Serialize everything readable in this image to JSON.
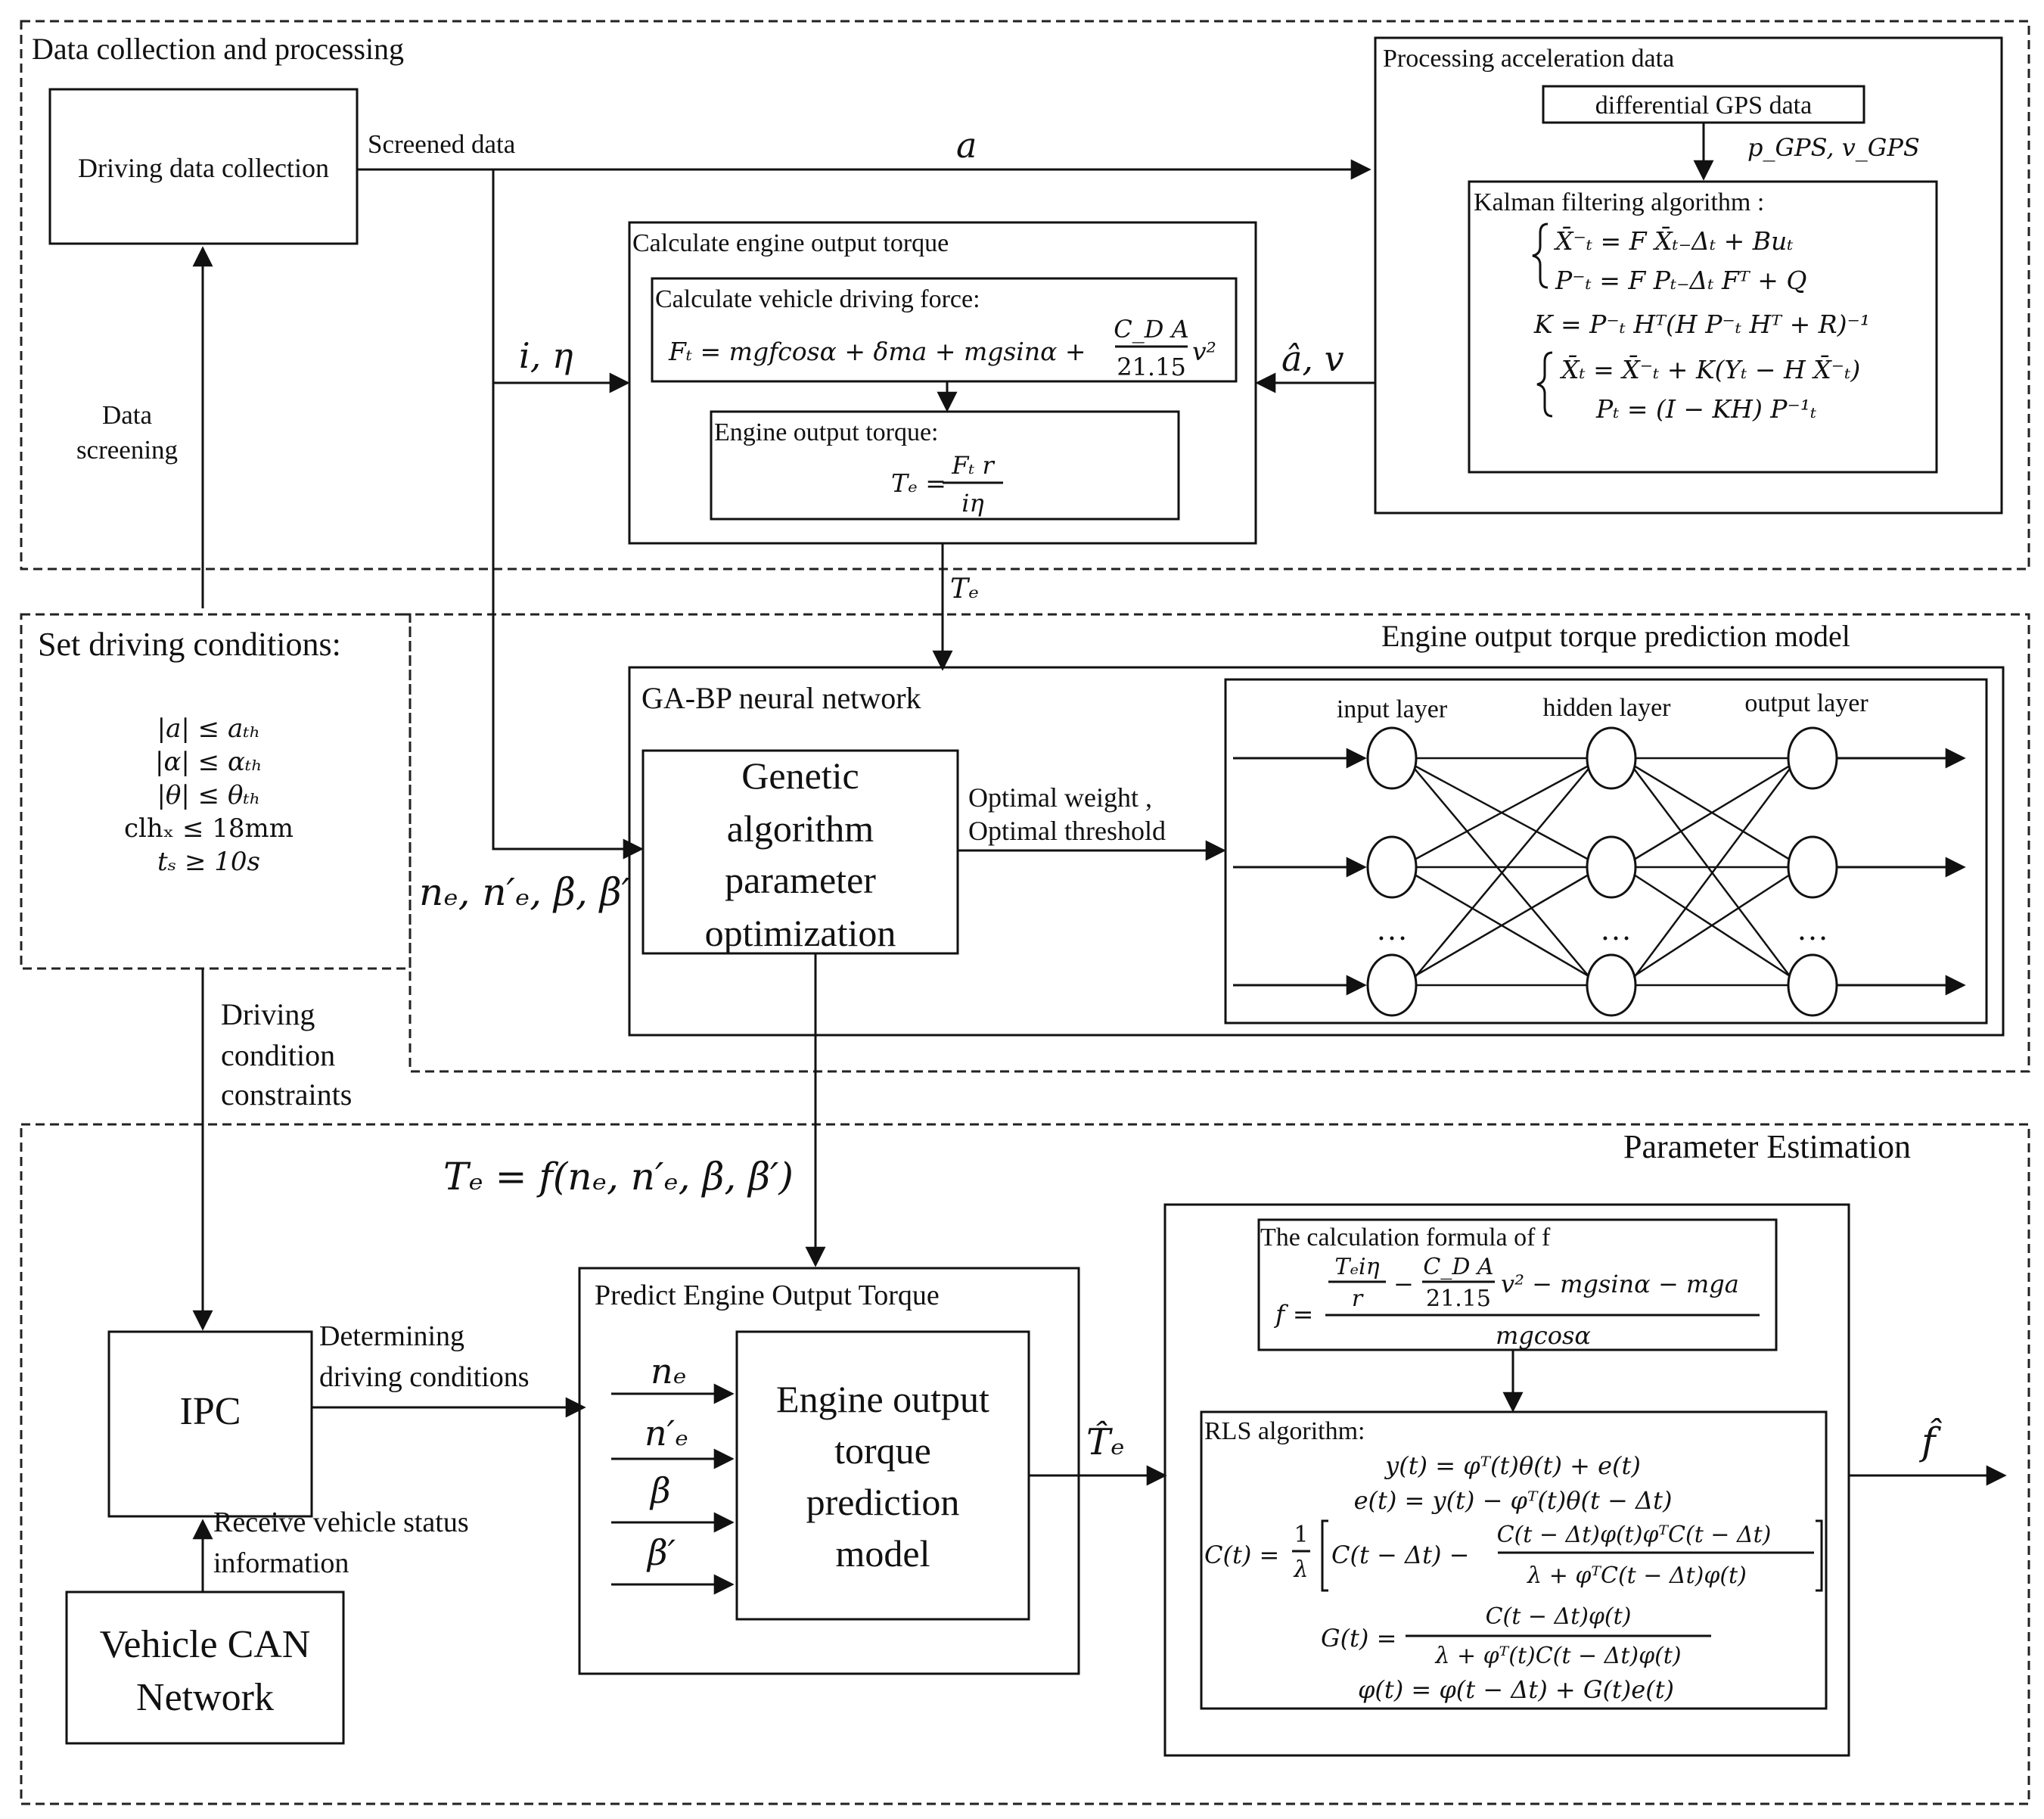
{
  "sections": {
    "data_collection_title": "Data collection and processing",
    "prediction_model_title": "Engine output torque prediction model",
    "parameter_estimation_title": "Parameter Estimation"
  },
  "driving_data": {
    "box_label": "Driving data collection",
    "screened_label": "Screened data",
    "screening_line1": "Data",
    "screening_line2": "screening",
    "a_label": "a",
    "i_eta_label": "i, η"
  },
  "acceleration": {
    "title": "Processing acceleration data",
    "gps_box": "differential GPS data",
    "gps_vars": "p_GPS, v_GPS",
    "kalman_title": "Kalman filtering algorithm :",
    "eq1": "X̄⁻ₜ = F X̄ₜ₋Δₜ + Buₜ",
    "eq2": "P⁻ₜ = F Pₜ₋Δₜ Fᵀ + Q",
    "eq3": "K = P⁻ₜ Hᵀ(H P⁻ₜ Hᵀ + R)⁻¹",
    "eq4": "X̄ₜ = X̄⁻ₜ + K(Yₜ − H X̄⁻ₜ)",
    "eq5": "Pₜ = (I − KH) P⁻¹ₜ",
    "a_hat_v": "â, v"
  },
  "torque_calc": {
    "title": "Calculate engine output torque",
    "force_title": "Calculate vehicle driving force:",
    "force_eq_left": "Fₜ = mgfcosα + δma + mgsinα +",
    "force_frac_num": "C_D A",
    "force_frac_den": "21.15",
    "force_eq_tail": "v²",
    "torque_title": "Engine output torque:",
    "torque_lhs": "Tₑ =",
    "torque_num": "Fₜ r",
    "torque_den": "iη",
    "te_label": "Tₑ"
  },
  "conditions": {
    "title": "Set driving conditions:",
    "items": [
      "|a| ≤ aₜₕ",
      "|α| ≤ αₜₕ",
      "|θ| ≤ θₜₕ",
      "clhₓ ≤ 18mm",
      "tₛ ≥ 10s"
    ],
    "constraints_line1": "Driving",
    "constraints_line2": "condition",
    "constraints_line3": "constraints"
  },
  "gabp": {
    "title": "GA-BP neural network",
    "ga_line1": "Genetic",
    "ga_line2": "algorithm",
    "ga_line3": "parameter",
    "ga_line4": "optimization",
    "optimal_line1": "Optimal weight ,",
    "optimal_line2": "Optimal threshold",
    "inputs_label": "nₑ, n′ₑ, β, β′",
    "input_layer": "input layer",
    "hidden_layer": "hidden layer",
    "output_layer": "output layer",
    "ellipsis": "…"
  },
  "predict": {
    "function_eq": "Tₑ = f(nₑ, n′ₑ, β, β′)",
    "title": "Predict Engine Output Torque",
    "model_line1": "Engine output",
    "model_line2": "torque",
    "model_line3": "prediction",
    "model_line4": "model",
    "inputs": [
      "nₑ",
      "n′ₑ",
      "β",
      "β′"
    ],
    "te_hat": "T̂ₑ"
  },
  "ipc": {
    "label": "IPC",
    "determining_line1": "Determining",
    "determining_line2": "driving conditions",
    "receive_line1": "Receive vehicle status",
    "receive_line2": "information",
    "can_line1": "Vehicle CAN",
    "can_line2": "Network"
  },
  "estimation": {
    "f_title": "The calculation formula of f",
    "f_lhs": "f =",
    "f_num_a": "Tₑiη",
    "f_num_a_den": "r",
    "f_num_b": "C_D A",
    "f_num_b_den": "21.15",
    "f_num_tail": "v² − mgsinα − mga",
    "f_minus": "−",
    "f_den": "mgcosα",
    "rls_title": "RLS algorithm:",
    "rls1": "y(t) = φᵀ(t)θ(t) + e(t)",
    "rls2": "e(t) = y(t) − φᵀ(t)θ(t − Δt)",
    "rls3_lhs": "C(t) =",
    "rls3_one": "1",
    "rls3_lambda": "λ",
    "rls3_mid": "C(t − Δt) −",
    "rls3_num": "C(t − Δt)φ(t)φᵀC(t − Δt)",
    "rls3_den": "λ + φᵀC(t − Δt)φ(t)",
    "rls4_lhs": "G(t) =",
    "rls4_num": "C(t − Δt)φ(t)",
    "rls4_den": "λ + φᵀ(t)C(t − Δt)φ(t)",
    "rls5": "φ(t) = φ(t − Δt) + G(t)e(t)",
    "f_hat": "f̂"
  }
}
